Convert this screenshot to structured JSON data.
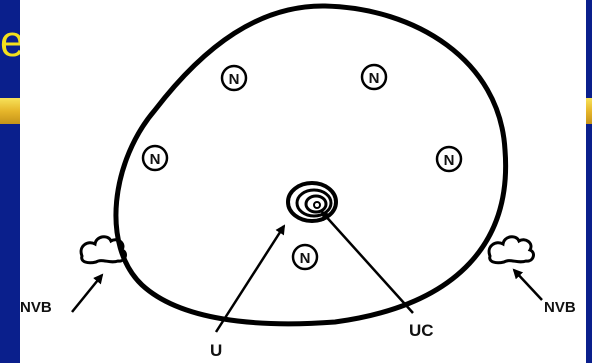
{
  "slide": {
    "background_color": "#0a1f8c",
    "accent_bar_color": "#f0c830",
    "title_fragment": "e",
    "title_color": "#f4e01c"
  },
  "diagram": {
    "nodule_label": "N",
    "labels": {
      "left_bundle": "NVB",
      "right_bundle": "NVB",
      "urethra": "U",
      "urethral_center": "UC"
    }
  }
}
